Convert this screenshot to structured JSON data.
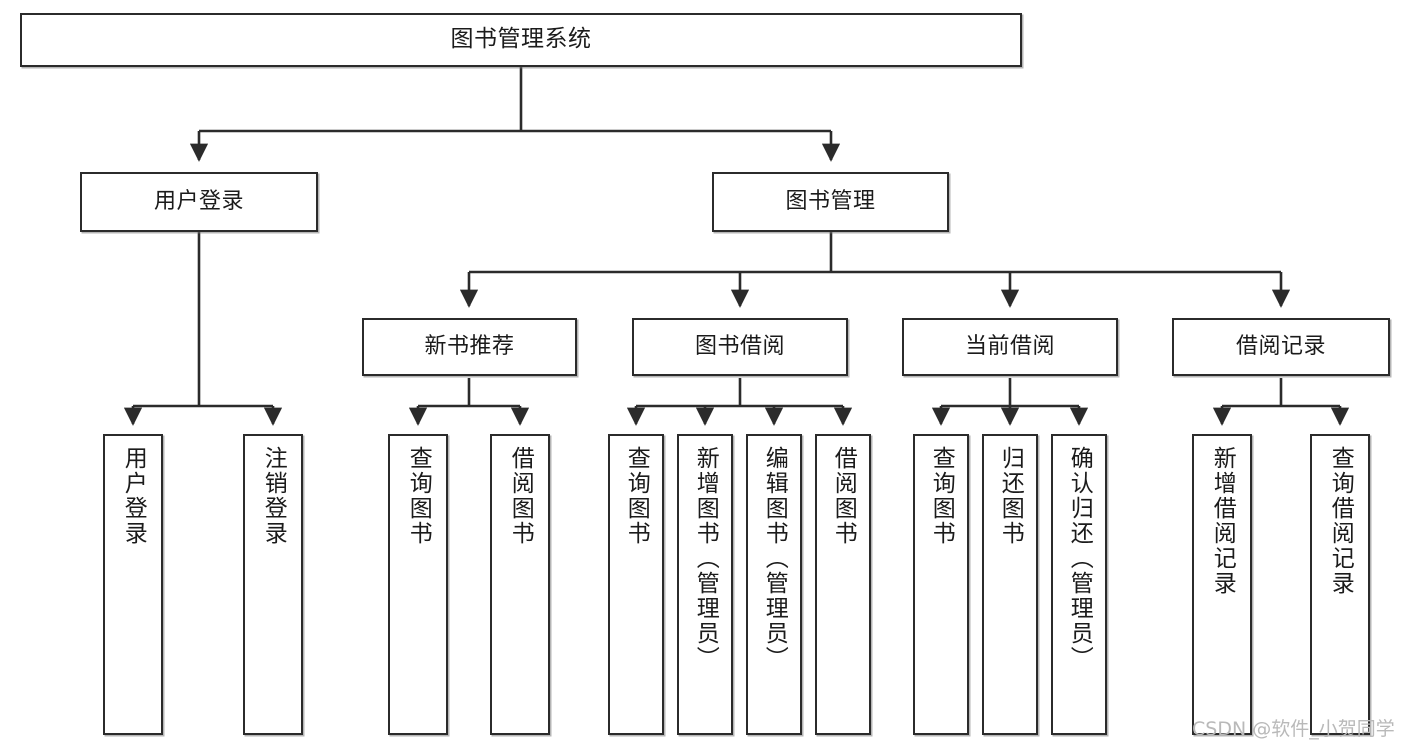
{
  "diagram": {
    "type": "tree",
    "title": "图书管理系统",
    "orientation": "top-down",
    "watermark": "CSDN @软件_小贺同学",
    "colors": {
      "background": "#ffffff",
      "box_border": "#2b2b2b",
      "box_fill": "#ffffff",
      "text": "#1b1b1b",
      "connector": "#2b2b2b",
      "watermark": "#b9b9b9"
    },
    "levels": {
      "level1": [
        {
          "id": "root",
          "label": "图书管理系统"
        }
      ],
      "level2": [
        {
          "id": "user-login",
          "label": "用户登录"
        },
        {
          "id": "book-management",
          "label": "图书管理"
        }
      ],
      "level3": [
        {
          "id": "new-book-recommend",
          "label": "新书推荐",
          "parent": "book-management"
        },
        {
          "id": "book-borrow",
          "label": "图书借阅",
          "parent": "book-management"
        },
        {
          "id": "current-borrow",
          "label": "当前借阅",
          "parent": "book-management"
        },
        {
          "id": "borrow-record",
          "label": "借阅记录",
          "parent": "book-management"
        }
      ],
      "leaves": [
        {
          "id": "leaf-user-login",
          "label": "用户登录",
          "parent": "user-login"
        },
        {
          "id": "leaf-logout-login",
          "label": "注销登录",
          "parent": "user-login"
        },
        {
          "id": "leaf-query-book-1",
          "label": "查询图书",
          "parent": "new-book-recommend"
        },
        {
          "id": "leaf-borrow-book-1",
          "label": "借阅图书",
          "parent": "new-book-recommend"
        },
        {
          "id": "leaf-query-book-2",
          "label": "查询图书",
          "parent": "book-borrow"
        },
        {
          "id": "leaf-add-book",
          "label": "新增图书（管理员）",
          "parent": "book-borrow"
        },
        {
          "id": "leaf-edit-book",
          "label": "编辑图书（管理员）",
          "parent": "book-borrow"
        },
        {
          "id": "leaf-borrow-book-2",
          "label": "借阅图书",
          "parent": "book-borrow"
        },
        {
          "id": "leaf-query-book-3",
          "label": "查询图书",
          "parent": "current-borrow"
        },
        {
          "id": "leaf-return-book",
          "label": "归还图书",
          "parent": "current-borrow"
        },
        {
          "id": "leaf-confirm-return",
          "label": "确认归还（管理员）",
          "parent": "current-borrow"
        },
        {
          "id": "leaf-add-record",
          "label": "新增借阅记录",
          "parent": "borrow-record"
        },
        {
          "id": "leaf-query-record",
          "label": "查询借阅记录",
          "parent": "borrow-record"
        }
      ]
    }
  }
}
